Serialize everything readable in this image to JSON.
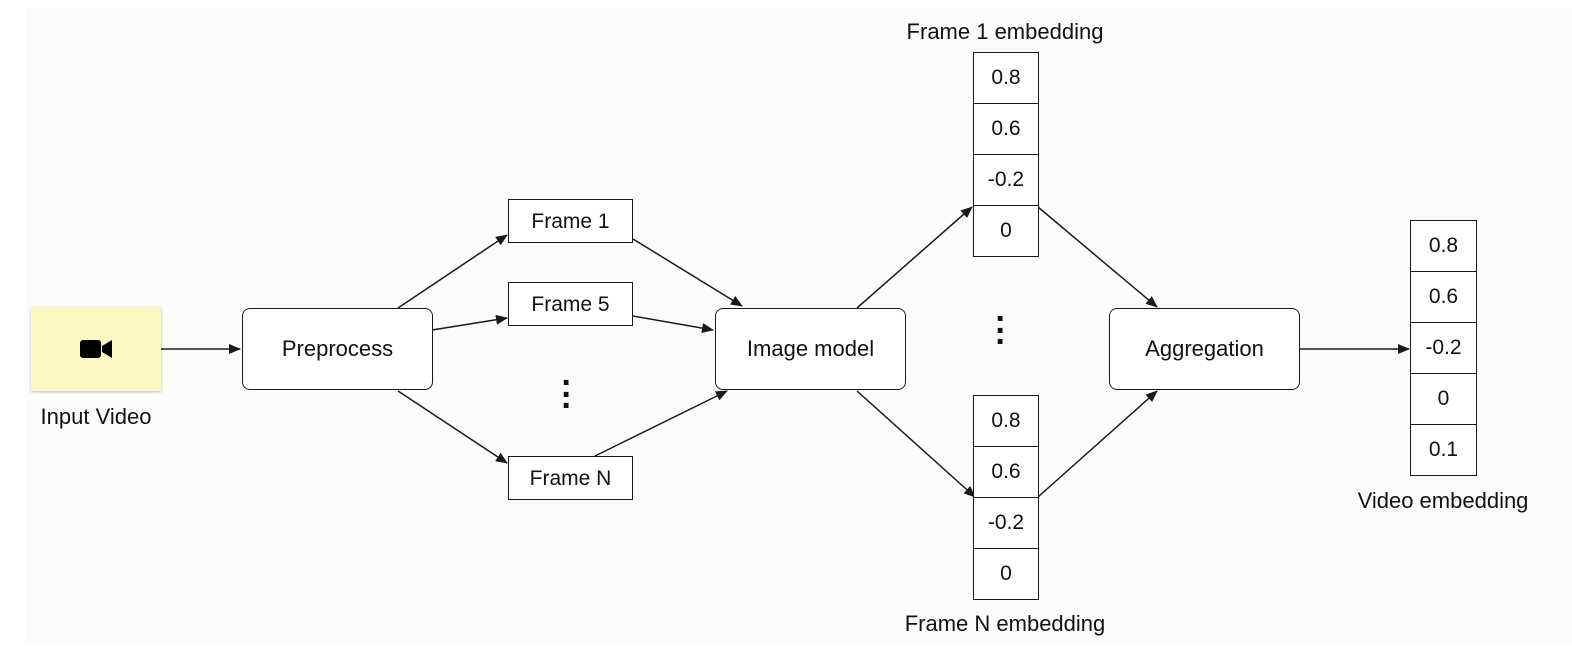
{
  "input": {
    "label": "Input Video",
    "icon": "video-camera-icon"
  },
  "preprocess": {
    "label": "Preprocess"
  },
  "frames": [
    {
      "label": "Frame 1"
    },
    {
      "label": "Frame 5"
    },
    {
      "label": "Frame N"
    }
  ],
  "image_model": {
    "label": "Image model"
  },
  "frame1_embedding": {
    "title": "Frame 1 embedding",
    "values": [
      "0.8",
      "0.6",
      "-0.2",
      "0"
    ]
  },
  "frameN_embedding": {
    "title": "Frame N embedding",
    "values": [
      "0.8",
      "0.6",
      "-0.2",
      "0"
    ]
  },
  "aggregation": {
    "label": "Aggregation"
  },
  "video_embedding": {
    "title": "Video embedding",
    "values": [
      "0.8",
      "0.6",
      "-0.2",
      "0",
      "0.1"
    ]
  },
  "colors": {
    "input_note": "#fcf8c4",
    "stroke": "#1a1a1a",
    "background": "#fcfcfc"
  }
}
